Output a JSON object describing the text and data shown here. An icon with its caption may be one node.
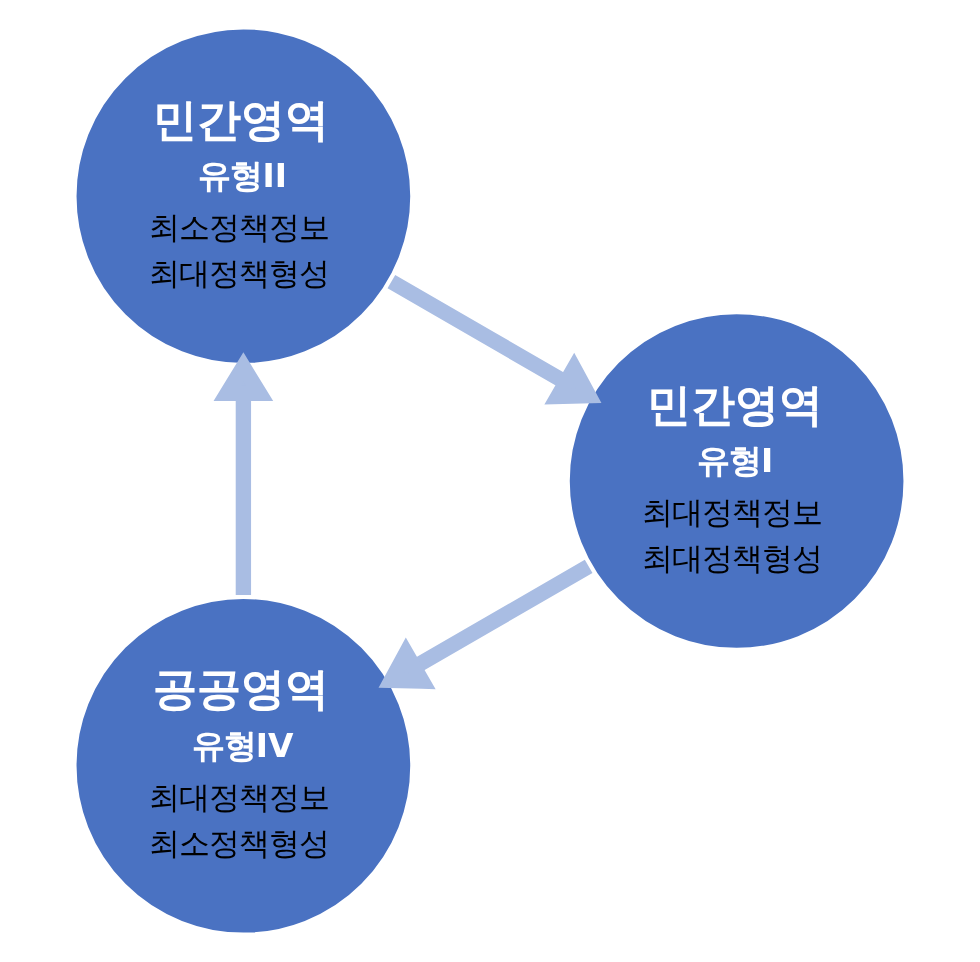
{
  "diagram": {
    "nodes": [
      {
        "text": [
          "공공영역",
          "유형IV",
          "최대정책정보",
          "최소정책형성"
        ]
      },
      {
        "text": [
          "민간영역",
          "유형II",
          "최소정책정보",
          "최대정책형성"
        ]
      },
      {
        "text": [
          "민간영역",
          "유형I",
          "최대정책정보",
          "최대정책형성"
        ]
      }
    ],
    "edges": [
      {
        "from": 0,
        "to": 1,
        "arrow": "to"
      },
      {
        "from": 1,
        "to": 2,
        "arrow": "to"
      },
      {
        "from": 2,
        "to": 0,
        "arrow": "to"
      }
    ]
  }
}
